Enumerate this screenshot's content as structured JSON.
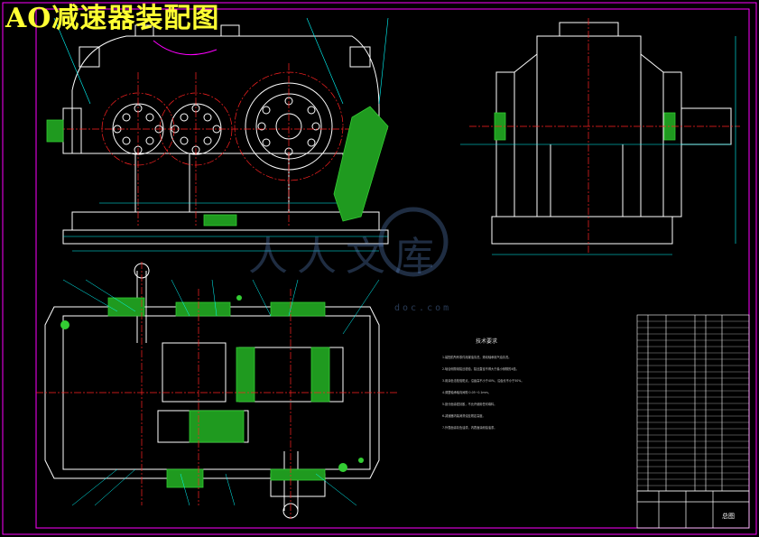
{
  "drawing": {
    "title": "AO减速器装配图",
    "colors": {
      "background": "#000000",
      "frame": "#ff00ff",
      "outline": "#ffffff",
      "centerline": "#ff2222",
      "hatch": "#33cc33",
      "dimension": "#00ffff",
      "title": "#ffff33"
    }
  },
  "tech_notes": {
    "title": "技术要求",
    "lines": [
      "1.装配前所有零件用煤油清洗，滚动轴承用汽油清洗。",
      "2.啮合侧隙用铅丝检验，铅丝直径不得大于最小侧隙的4倍。",
      "3.用涂色法检验斑点，沿齿高不小于40%，沿齿长不小于50%。",
      "4.调整轴承轴向间隙 0.05~0.1mm。",
      "5.剖分面涂密封胶，不允许使用任何填料。",
      "6.减速器内装润滑油至规定高度。",
      "7.外表面涂灰色油漆，内表面涂耐油油漆。"
    ]
  },
  "watermark": {
    "text": "人人文库",
    "url": "doc.com"
  },
  "title_block": {
    "label": "总图"
  }
}
